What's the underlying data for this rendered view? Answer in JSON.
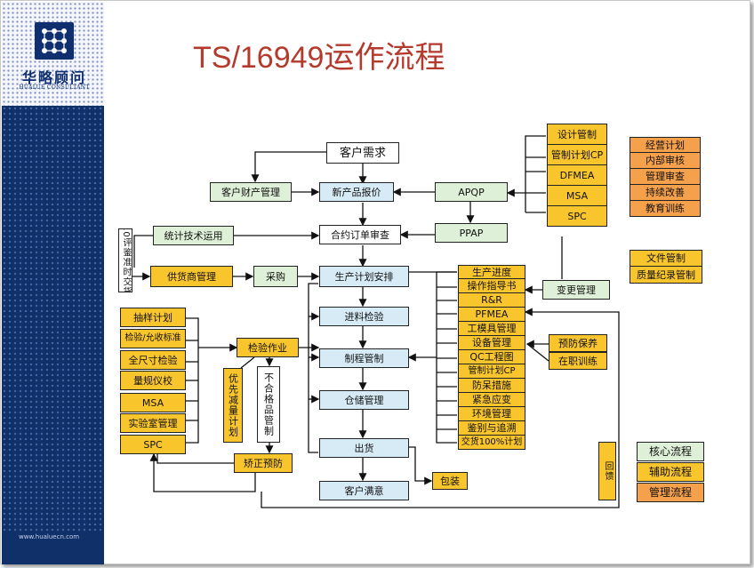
{
  "title": "TS/16949运作流程",
  "brand": {
    "name_cn": "华略顾问",
    "name_en": "HUALUE CONSULTANT",
    "website": "www.hualuecn.com"
  },
  "nodes": {
    "customer_demand": "客户需求",
    "customer_property": "客户财产管理",
    "new_product_quote": "新产品报价",
    "apqp": "APQP",
    "contract_review": "合约订单审查",
    "ppap": "PPAP",
    "stat_tech": "统计技术运用",
    "supplier_eval": "10评鉴准时交货",
    "supplier_mgmt": "供货商管理",
    "purchase": "采购",
    "production_plan": "生产计划安排",
    "incoming_inspection": "进料检验",
    "process_control": "制程管制",
    "warehouse": "仓储管理",
    "shipping": "出货",
    "customer_satisfaction": "客户满意",
    "inspection_work": "检验作业",
    "priority_reduction": "优先减量计划",
    "nonconforming": "不合格品管制",
    "corrective_preventive": "矫正预防",
    "packaging": "包装",
    "change_mgmt": "变更管理",
    "feedback": "回馈",
    "preventive_maintenance": "预防保养",
    "on_job_training": "在职训练"
  },
  "apqp_tools": [
    "设计管制",
    "管制计划CP",
    "DFMEA",
    "MSA",
    "SPC"
  ],
  "management": [
    "经营计划",
    "内部审核",
    "管理审查",
    "持续改善",
    "教育训练"
  ],
  "document_control": [
    "文件管制",
    "质量纪录管制"
  ],
  "inspection_items": [
    "抽样计划",
    "检验/允收标准",
    "全尺寸检验",
    "量规仪校",
    "MSA",
    "实验室管理",
    "SPC"
  ],
  "process_items": [
    "生产进度",
    "操作指导书",
    "R&R",
    "PFMEA",
    "工模具管理",
    "设备管理",
    "QC工程图",
    "管制计划CP",
    "防呆措施",
    "紧急应变",
    "环境管理",
    "鉴别与追溯",
    "交货100%计划"
  ],
  "legend": [
    {
      "label": "核心流程",
      "color": "#dff0d8"
    },
    {
      "label": "辅助流程",
      "color": "#f9c52d"
    },
    {
      "label": "管理流程",
      "color": "#f5a04a"
    }
  ],
  "colors": {
    "core": "#dff0d8",
    "support": "#f9c52d",
    "management": "#f5a04a",
    "core_blue": "#d6ebf6",
    "title": "#b33a2c",
    "sidebar": "#10306a"
  }
}
